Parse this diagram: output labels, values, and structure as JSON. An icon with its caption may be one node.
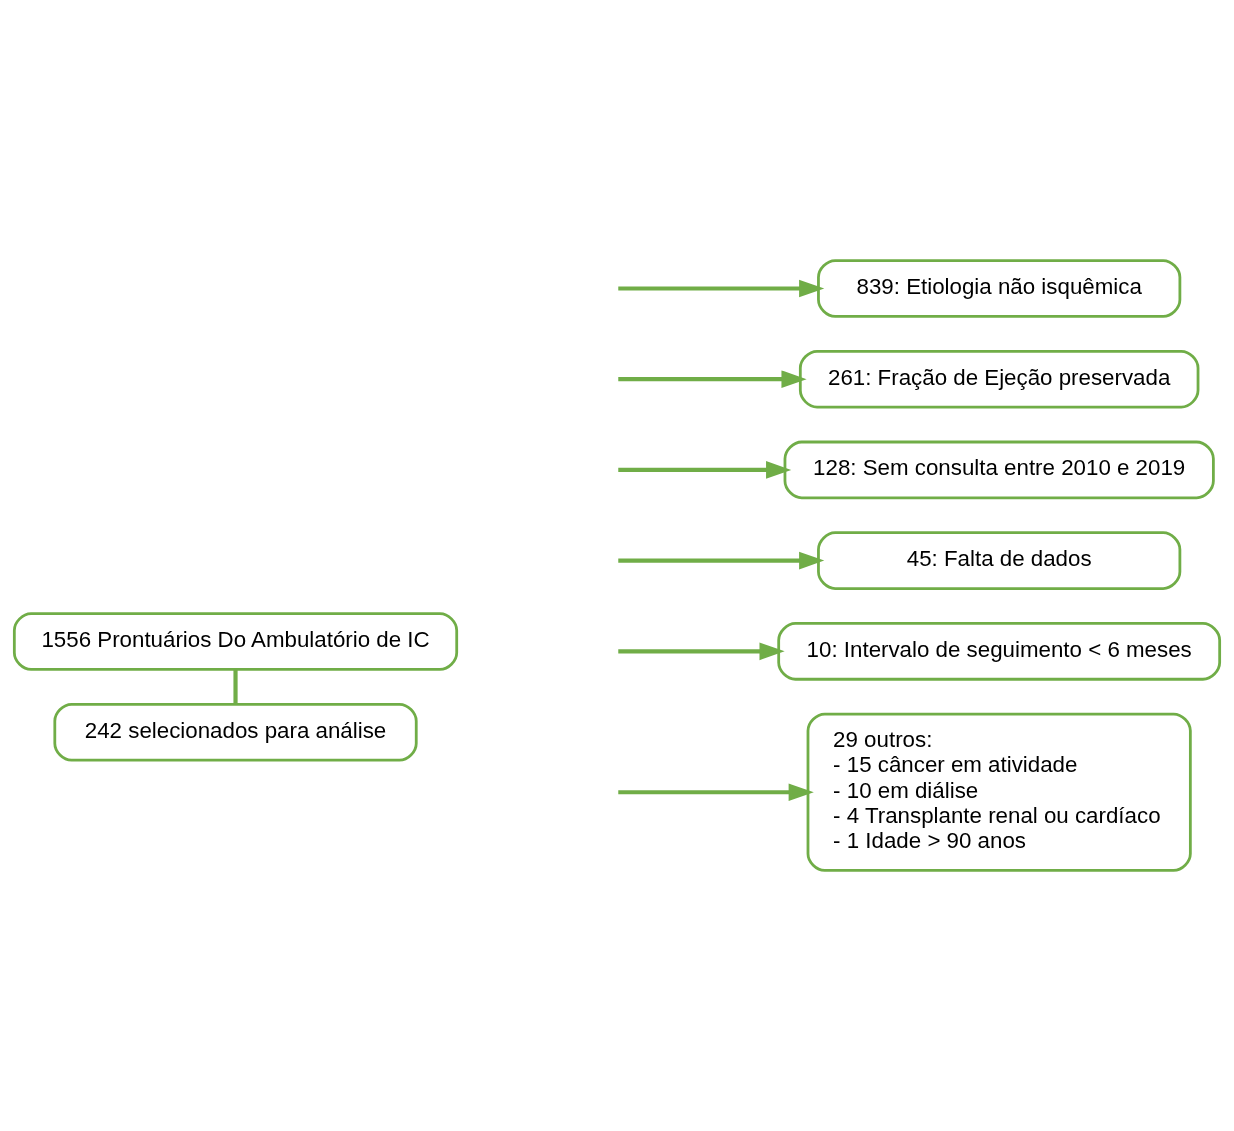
{
  "diagram": {
    "nodes": [
      {
        "text": [
          "1556 Prontuários Do Ambulatório de IC"
        ]
      },
      {
        "text": [
          "242 selecionados para análise"
        ]
      },
      {
        "text": [
          "839: Etiologia não isquêmica"
        ]
      },
      {
        "text": [
          "261: Fração de Ejeção preservada"
        ]
      },
      {
        "text": [
          "128: Sem consulta entre 2010 e 2019"
        ]
      },
      {
        "text": [
          "45: Falta de dados"
        ]
      },
      {
        "text": [
          "10: Intervalo de seguimento < 6 meses"
        ]
      },
      {
        "text": [
          "29 outros:",
          "- 15 câncer em atividade",
          "- 10 em diálise",
          "- 4 Transplante renal ou cardíaco",
          "- 1 Idade > 90 anos"
        ]
      }
    ],
    "edges": [
      {
        "from": 0,
        "to": 1,
        "arrow": "none"
      },
      {
        "from": null,
        "to": 2,
        "arrow": "to"
      },
      {
        "from": null,
        "to": 3,
        "arrow": "to"
      },
      {
        "from": null,
        "to": 4,
        "arrow": "to"
      },
      {
        "from": null,
        "to": 5,
        "arrow": "to"
      },
      {
        "from": null,
        "to": 6,
        "arrow": "to"
      },
      {
        "from": null,
        "to": 7,
        "arrow": "to"
      }
    ]
  }
}
